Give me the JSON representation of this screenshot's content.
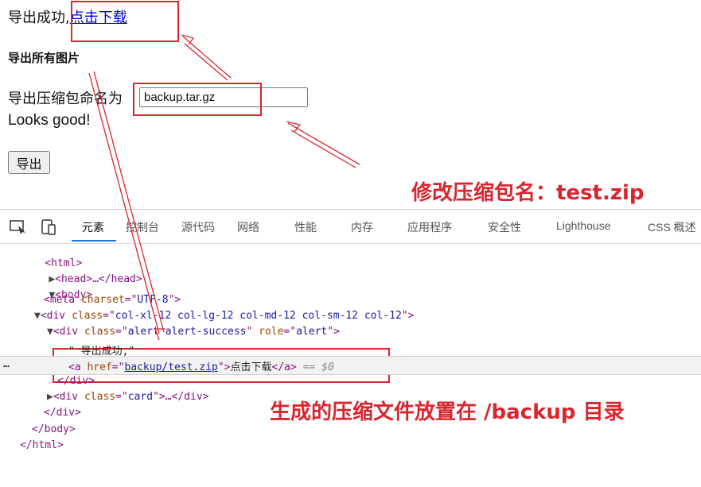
{
  "page": {
    "success_prefix": "导出成功,",
    "download_link": "点击下载",
    "heading": "导出所有图片",
    "filename_label": "导出压缩包命名为",
    "filename_value": "backup.tar.gz",
    "validation": "Looks good!",
    "export_button": "导出"
  },
  "annotations": {
    "rename_note": "修改压缩包名：test.zip",
    "dir_note": "生成的压缩文件放置在 /backup 目录",
    "color": "#d9262e"
  },
  "devtools": {
    "tabs": [
      "元素",
      "控制台",
      "源代码",
      "网络",
      "性能",
      "内存",
      "应用程序",
      "安全性",
      "Lighthouse",
      "CSS 概述"
    ],
    "active_tab": "元素",
    "tools": [
      "inspect-icon",
      "device-toggle-icon"
    ],
    "more_dots": "…",
    "code": {
      "html_open": "<html>",
      "head": "<head>…</head>",
      "body_open": "<body>",
      "meta_tag": "meta",
      "meta_attr": "charset",
      "meta_val": "UTF-8",
      "div1_class": "col-xl-12 col-lg-12 col-md-12 col-sm-12 col-12",
      "div2_class": "alert alert-success",
      "div2_role": "alert",
      "text_node": "\" 导出成功,\"",
      "a_href": "backup/test.zip",
      "a_text": "点击下载",
      "eq_sel": "== $0",
      "div_close": "</div>",
      "card_class": "card",
      "body_close": "</body>",
      "html_close": "</html>"
    }
  }
}
